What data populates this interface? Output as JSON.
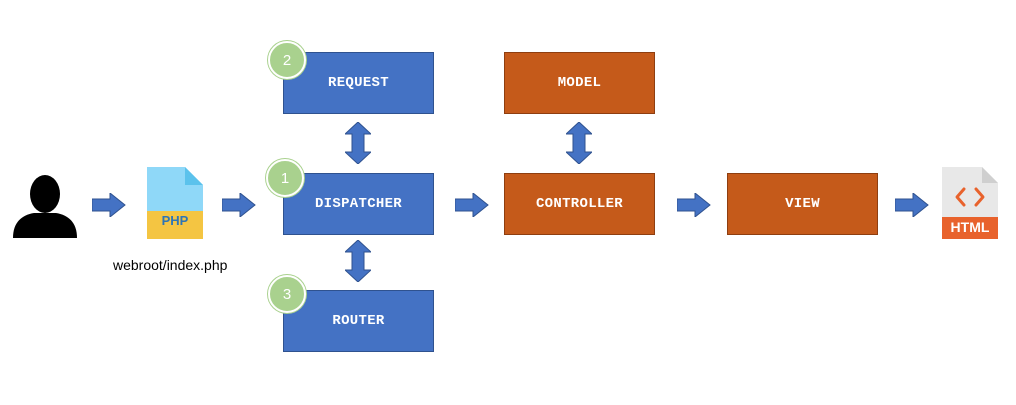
{
  "nodes": {
    "request": "REQUEST",
    "dispatcher": "DISPATCHER",
    "router": "ROUTER",
    "model": "MODEL",
    "controller": "CONTROLLER",
    "view": "VIEW"
  },
  "steps": {
    "dispatcher": "1",
    "request": "2",
    "router": "3"
  },
  "php_file": {
    "icon_label": "PHP",
    "caption": "webroot/index.php"
  },
  "html_file": {
    "icon_label": "HTML"
  },
  "icons": [
    "user-icon",
    "php-file-icon",
    "html-file-icon"
  ],
  "colors": {
    "blue": "#4472c4",
    "orange": "#c55a1a",
    "badge": "#a9d18e",
    "arrow": "#4472c4",
    "html_tag": "#e8622c"
  }
}
